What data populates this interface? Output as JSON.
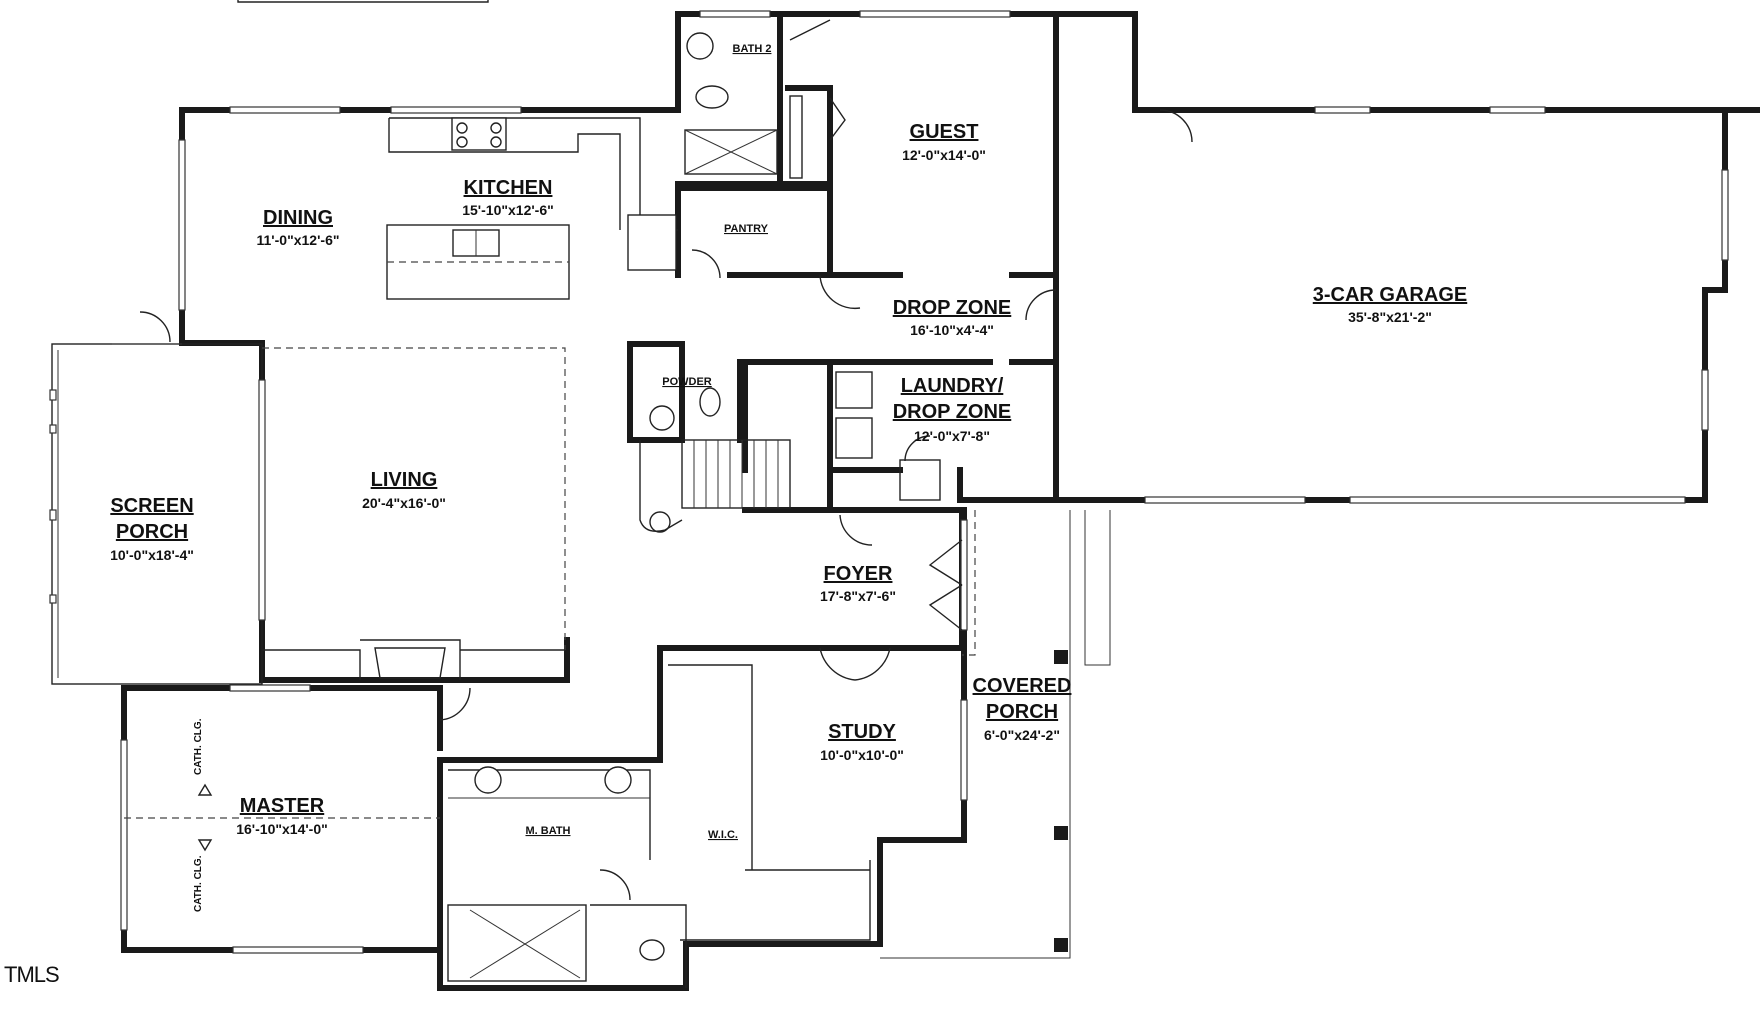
{
  "plan": {
    "rooms": {
      "bath2": {
        "name": "BATH 2"
      },
      "guest": {
        "name": "GUEST",
        "dim": "12'-0\"x14'-0\""
      },
      "kitchen": {
        "name": "KITCHEN",
        "dim": "15'-10\"x12'-6\""
      },
      "dining": {
        "name": "DINING",
        "dim": "11'-0\"x12'-6\""
      },
      "pantry": {
        "name": "PANTRY"
      },
      "garage": {
        "name": "3-CAR GARAGE",
        "dim": "35'-8\"x21'-2\""
      },
      "drop_zone": {
        "name": "DROP ZONE",
        "dim": "16'-10\"x4'-4\""
      },
      "powder": {
        "name": "POWDER"
      },
      "laundry": {
        "name_line1": "LAUNDRY/",
        "name_line2": "DROP ZONE",
        "dim": "12'-0\"x7'-8\""
      },
      "living": {
        "name": "LIVING",
        "dim": "20'-4\"x16'-0\""
      },
      "screen_porch": {
        "name_line1": "SCREEN",
        "name_line2": "PORCH",
        "dim": "10'-0\"x18'-4\""
      },
      "foyer": {
        "name": "FOYER",
        "dim": "17'-8\"x7'-6\""
      },
      "covered_porch": {
        "name_line1": "COVERED",
        "name_line2": "PORCH",
        "dim": "6'-0\"x24'-2\""
      },
      "study": {
        "name": "STUDY",
        "dim": "10'-0\"x10'-0\""
      },
      "master": {
        "name": "MASTER",
        "dim": "16'-10\"x14'-0\""
      },
      "m_bath": {
        "name": "M. BATH"
      },
      "wic": {
        "name": "W.I.C."
      }
    },
    "notes": {
      "cath_clg_upper": "CATH. CLG.",
      "cath_clg_lower": "CATH. CLG."
    },
    "watermark": "TMLS"
  }
}
